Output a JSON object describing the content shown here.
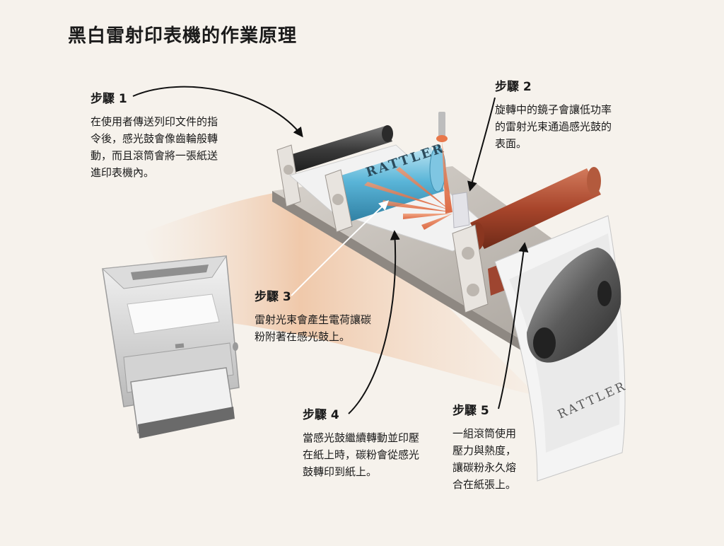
{
  "title": "黑白雷射印表機的作業原理",
  "steps": [
    {
      "heading": "步驟 1",
      "text": "在使用者傳送列印文件的指\n令後，感光鼓會像齒輪般轉\n動，而且滾筒會將一張紙送\n進印表機內。"
    },
    {
      "heading": "步驟 2",
      "text": "旋轉中的鏡子會讓低功率\n的雷射光束通過感光鼓的\n表面。"
    },
    {
      "heading": "步驟 3",
      "text": "雷射光束會產生電荷讓碳\n粉附著在感光鼓上。"
    },
    {
      "heading": "步驟 4",
      "text": "當感光鼓繼續轉動並印壓\n在紙上時，碳粉會從感光\n鼓轉印到紙上。"
    },
    {
      "heading": "步驟 5",
      "text": "一組滾筒使用\n壓力與熱度，\n讓碳粉永久熔\n合在紙張上。"
    }
  ],
  "drum_text": "RATTLER",
  "paper_text": "RATTLER",
  "colors": {
    "background": "#f6f2ec",
    "drum": "#5ab5d8",
    "fuser_roller": "#a8452b",
    "toner_roller": "#3a3a3a",
    "laser": "#e8774a",
    "base_plate": "#c8c2bb",
    "text": "#1a1a1a"
  }
}
